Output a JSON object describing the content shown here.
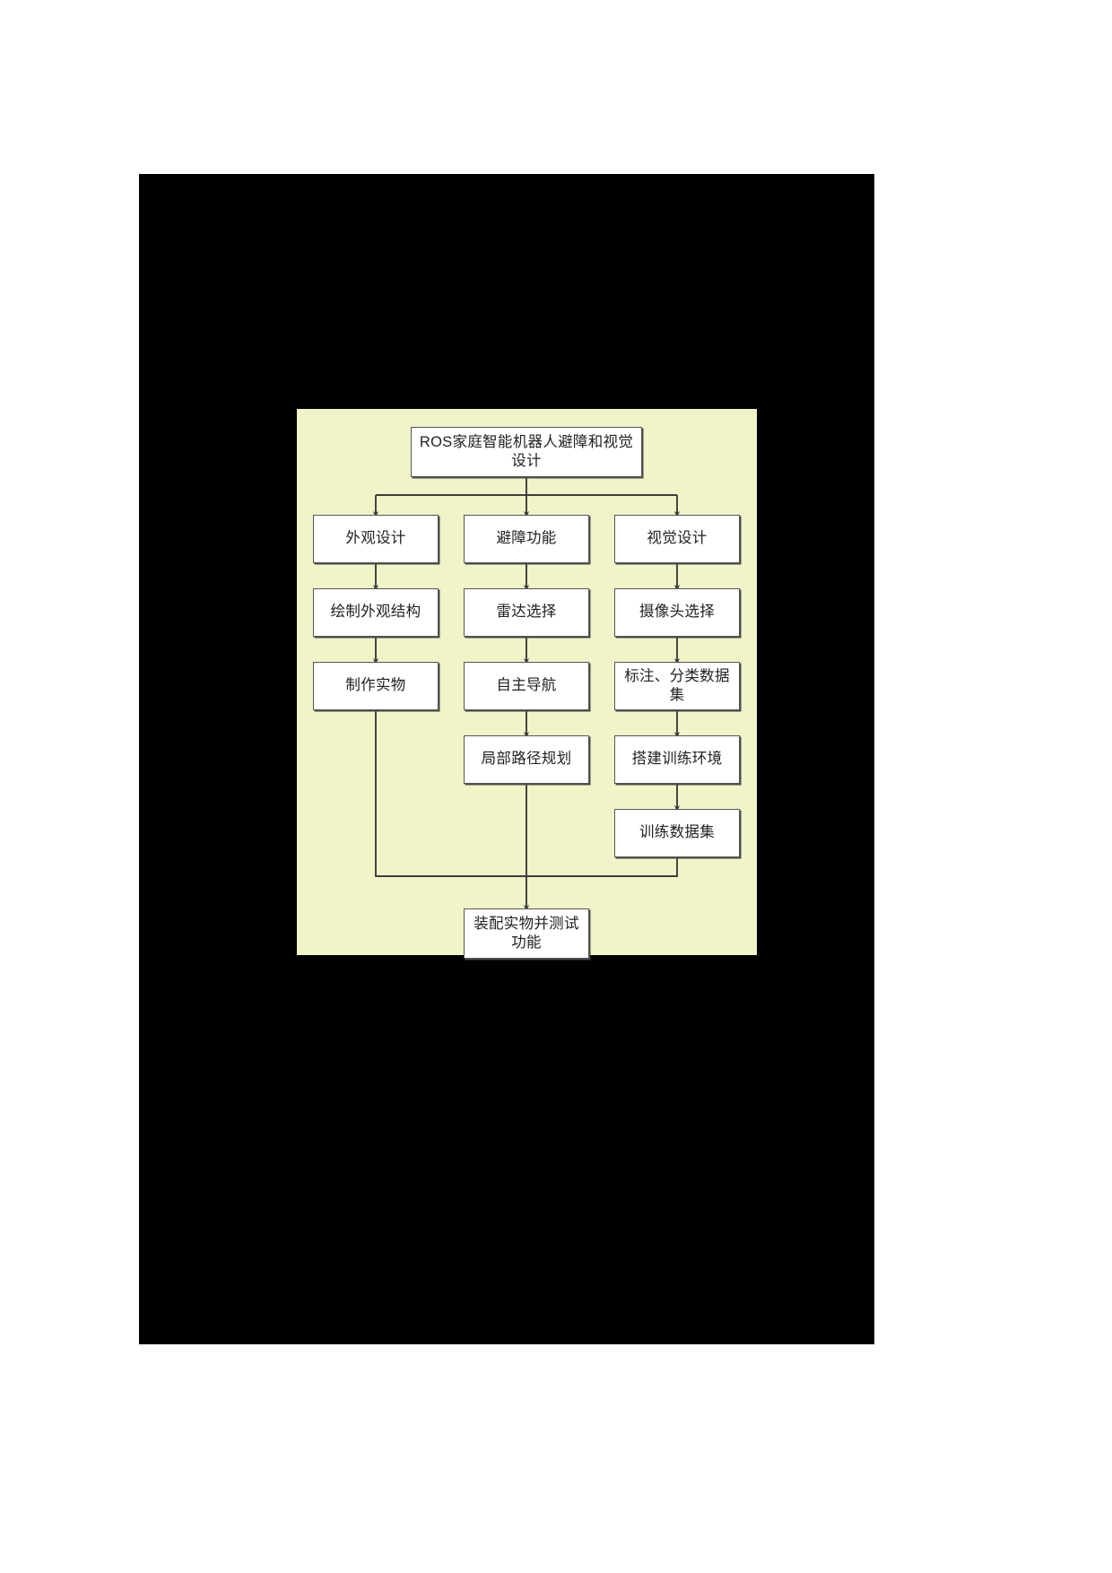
{
  "page": {
    "background_color": "#ffffff",
    "sheet_color": "#000000",
    "canvas_color": "#f1f3c8",
    "node_fill": "#ffffff",
    "node_border": "#555555",
    "connector_color": "#3c3c3c"
  },
  "diagram": {
    "type": "flowchart",
    "title_node": {
      "id": "root",
      "label": "ROS家庭智能机器人避障和视觉设计"
    },
    "columns": [
      {
        "id": "col-appearance",
        "nodes": [
          {
            "id": "appearance-design",
            "label": "外观设计"
          },
          {
            "id": "draw-appearance-structure",
            "label": "绘制外观结构"
          },
          {
            "id": "make-physical-object",
            "label": "制作实物"
          }
        ]
      },
      {
        "id": "col-obstacle",
        "nodes": [
          {
            "id": "obstacle-avoidance-function",
            "label": "避障功能"
          },
          {
            "id": "lidar-selection",
            "label": "雷达选择"
          },
          {
            "id": "autonomous-navigation",
            "label": "自主导航"
          },
          {
            "id": "local-path-planning",
            "label": "局部路径规划"
          }
        ]
      },
      {
        "id": "col-vision",
        "nodes": [
          {
            "id": "vision-design",
            "label": "视觉设计"
          },
          {
            "id": "camera-selection",
            "label": "摄像头选择"
          },
          {
            "id": "annotate-classify-dataset",
            "label": "标注、分类数据集"
          },
          {
            "id": "build-training-environment",
            "label": "搭建训练环境"
          },
          {
            "id": "train-dataset",
            "label": "训练数据集"
          }
        ]
      }
    ],
    "final_node": {
      "id": "assemble-and-test",
      "label": "装配实物并测试功能"
    },
    "edges": [
      {
        "from": "root",
        "to": "appearance-design"
      },
      {
        "from": "root",
        "to": "obstacle-avoidance-function"
      },
      {
        "from": "root",
        "to": "vision-design"
      },
      {
        "from": "appearance-design",
        "to": "draw-appearance-structure"
      },
      {
        "from": "draw-appearance-structure",
        "to": "make-physical-object"
      },
      {
        "from": "obstacle-avoidance-function",
        "to": "lidar-selection"
      },
      {
        "from": "lidar-selection",
        "to": "autonomous-navigation"
      },
      {
        "from": "autonomous-navigation",
        "to": "local-path-planning"
      },
      {
        "from": "vision-design",
        "to": "camera-selection"
      },
      {
        "from": "camera-selection",
        "to": "annotate-classify-dataset"
      },
      {
        "from": "annotate-classify-dataset",
        "to": "build-training-environment"
      },
      {
        "from": "build-training-environment",
        "to": "train-dataset"
      },
      {
        "from": "make-physical-object",
        "to": "assemble-and-test"
      },
      {
        "from": "local-path-planning",
        "to": "assemble-and-test"
      },
      {
        "from": "train-dataset",
        "to": "assemble-and-test"
      }
    ]
  }
}
